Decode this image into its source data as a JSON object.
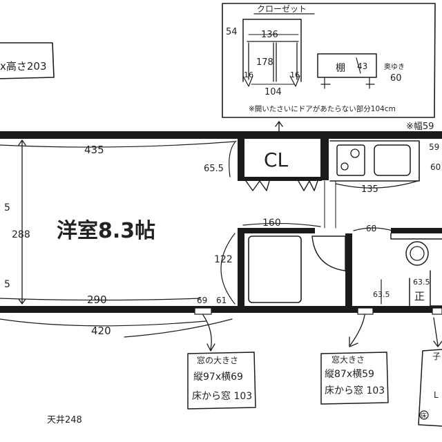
{
  "room": {
    "name": "洋室8.3帖",
    "ceiling": "天井248"
  },
  "closet_box": {
    "title": "クローゼット",
    "width": "136",
    "depth_left": "54",
    "height": "178",
    "leg_left": "16",
    "leg_right": "16",
    "inner_width": "104",
    "shelf_label": "棚",
    "shelf_height": "43",
    "depth_label": "奥ゆき",
    "depth_value": "60",
    "note": "※開いたさいにドアがあたらない部分104cm"
  },
  "top_left_note": "x高さ203",
  "right_edge_note": "※幅59",
  "dimensions": {
    "wall_top": "435",
    "wall_bottom": "290",
    "room_height": "288",
    "left_partial_top": "5",
    "left_partial_bottom": "5",
    "total_bottom": "420",
    "cl_depth": "65.5",
    "kitchen_width": "135",
    "kitchen_59": "59",
    "kitchen_60": "60",
    "bath_width": "160",
    "bath_height": "122",
    "toilet_68": "68",
    "wash_63_5_a": "63.5",
    "wash_63_5_b": "63.5",
    "window_69": "69",
    "window_61": "61"
  },
  "labels": {
    "cl": "CL",
    "toilet_mark": "正"
  },
  "window1": {
    "title": "窓の大きさ",
    "size": "縦97x横69",
    "from_floor": "床から窓 103"
  },
  "window2": {
    "title": "窓大きさ",
    "size": "縦87x横59",
    "from_floor": "床から窓 103"
  },
  "window3": {
    "title": "子",
    "line2": "L",
    "line3": "床"
  }
}
